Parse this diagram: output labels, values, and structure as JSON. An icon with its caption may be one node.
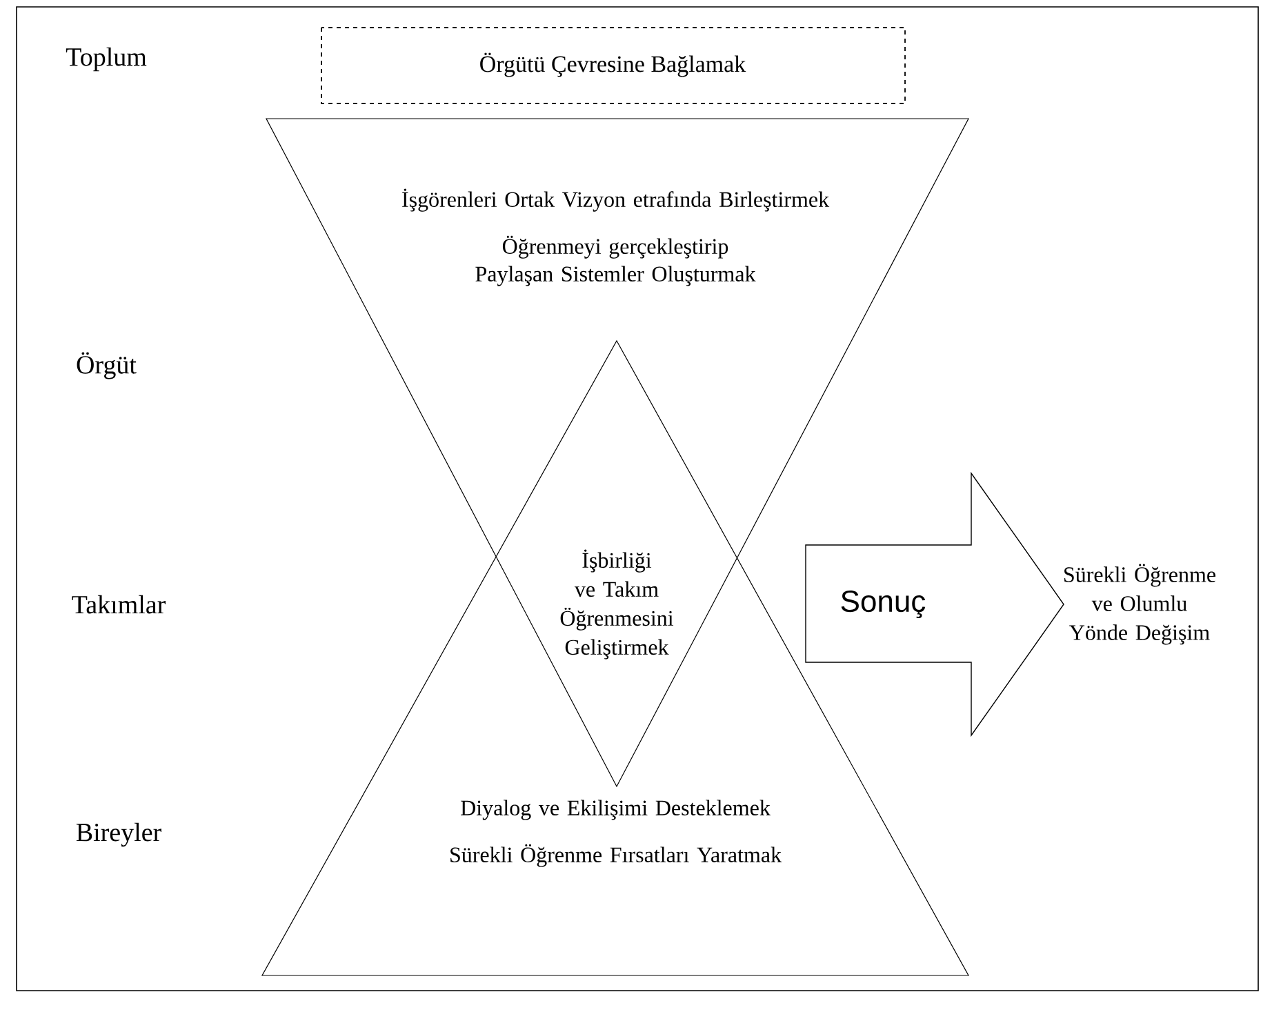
{
  "diagram": {
    "nodes": [
      {
        "text": [
          "Örgütü Çevresine  Bağlamak"
        ]
      },
      {
        "text": [
          "İşgörenleri Ortak Vizyon etrafında Birleştirmek",
          "Öğrenmeyi gerçekleştirip Paylaşan Sistemler Oluşturmak"
        ]
      },
      {
        "text": [
          "İşbirliği ve Takım Öğrenmesini Geliştirmek"
        ]
      },
      {
        "text": [
          "Diyalog ve Ekilişimi Desteklemek",
          "Sürekli Öğrenme Fırsatları Yaratmak"
        ]
      },
      {
        "text": [
          "Sonuç"
        ]
      }
    ],
    "labels": [
      "Toplum",
      "Örgüt",
      "Takımlar",
      "Bireyler",
      "Sürekli Öğrenme ve Olumlu Yönde Değişim"
    ]
  }
}
